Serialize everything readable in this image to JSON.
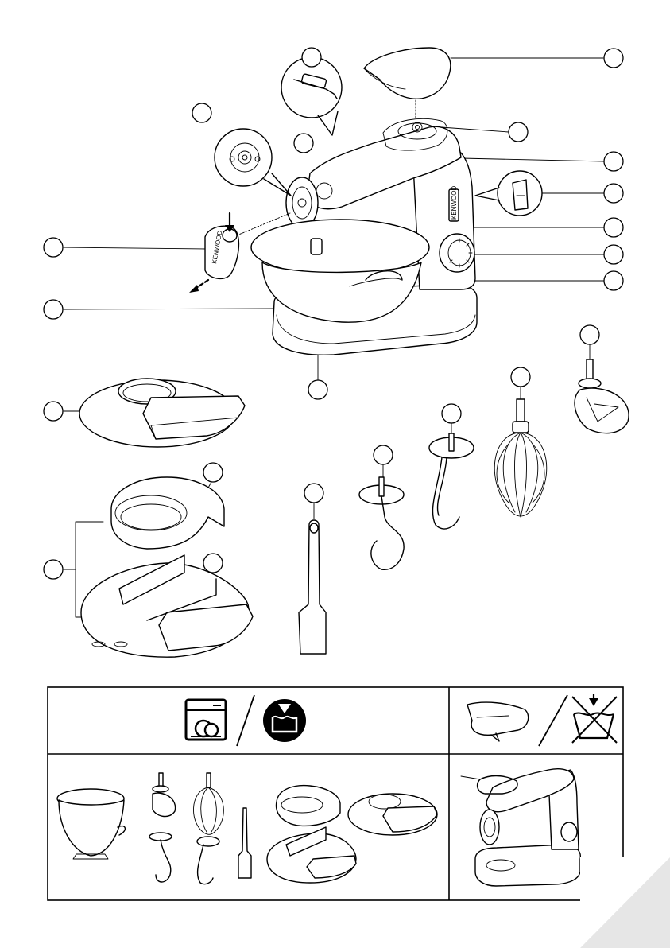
{
  "page": {
    "brand_text": "KENWOOD",
    "callouts": [
      "",
      "",
      "",
      "",
      "",
      "",
      "",
      "",
      "",
      "",
      "",
      "",
      "",
      "",
      "",
      "",
      "",
      "",
      "",
      "",
      ""
    ]
  },
  "care_table": {
    "header_left_icons": [
      "dishwasher-icon",
      "hand-wash-basin-icon"
    ],
    "header_right_icons": [
      "wipe-cloth-icon",
      "do-not-wash-icon"
    ],
    "left_cell_items": [
      "bowl",
      "k-beater",
      "whisk",
      "dough-hook",
      "spatula",
      "splashguard",
      "lid-stand",
      "splashguard-lid"
    ],
    "right_cell_items": [
      "mixer-wiping"
    ]
  },
  "colors": {
    "ink": "#000000",
    "page_corner": "#e6e6e6",
    "paper": "#ffffff"
  }
}
